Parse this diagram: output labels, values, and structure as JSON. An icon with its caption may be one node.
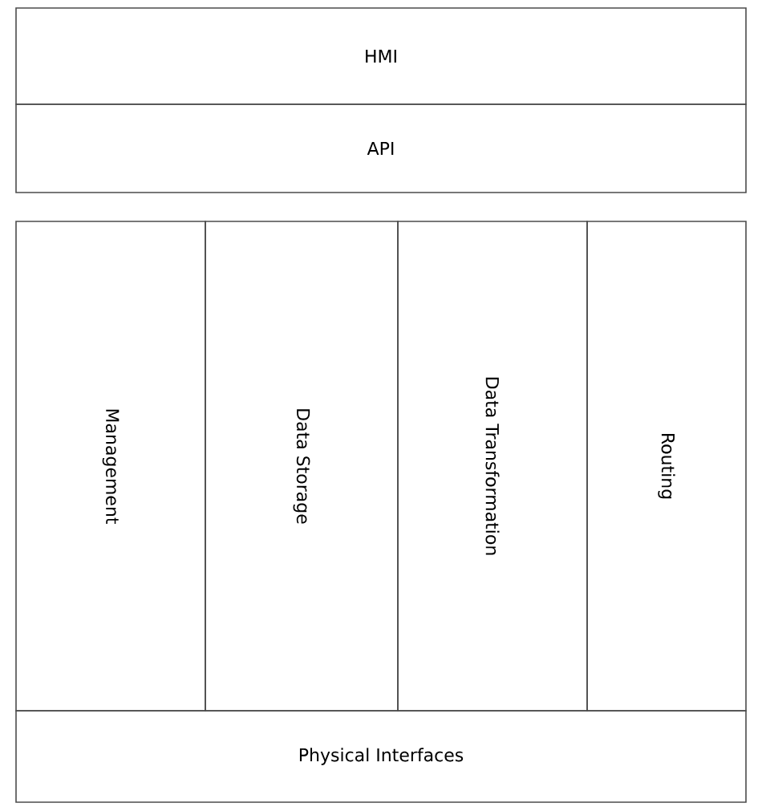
{
  "diagram": {
    "nodes": [
      {
        "text": [
          "HMI"
        ]
      },
      {
        "text": [
          "API"
        ]
      },
      {
        "text": [
          "Management"
        ]
      },
      {
        "text": [
          "Data Storage"
        ]
      },
      {
        "text": [
          "Data Transformation"
        ]
      },
      {
        "text": [
          "Routing"
        ]
      },
      {
        "text": [
          "Physical Interfaces"
        ]
      }
    ]
  }
}
